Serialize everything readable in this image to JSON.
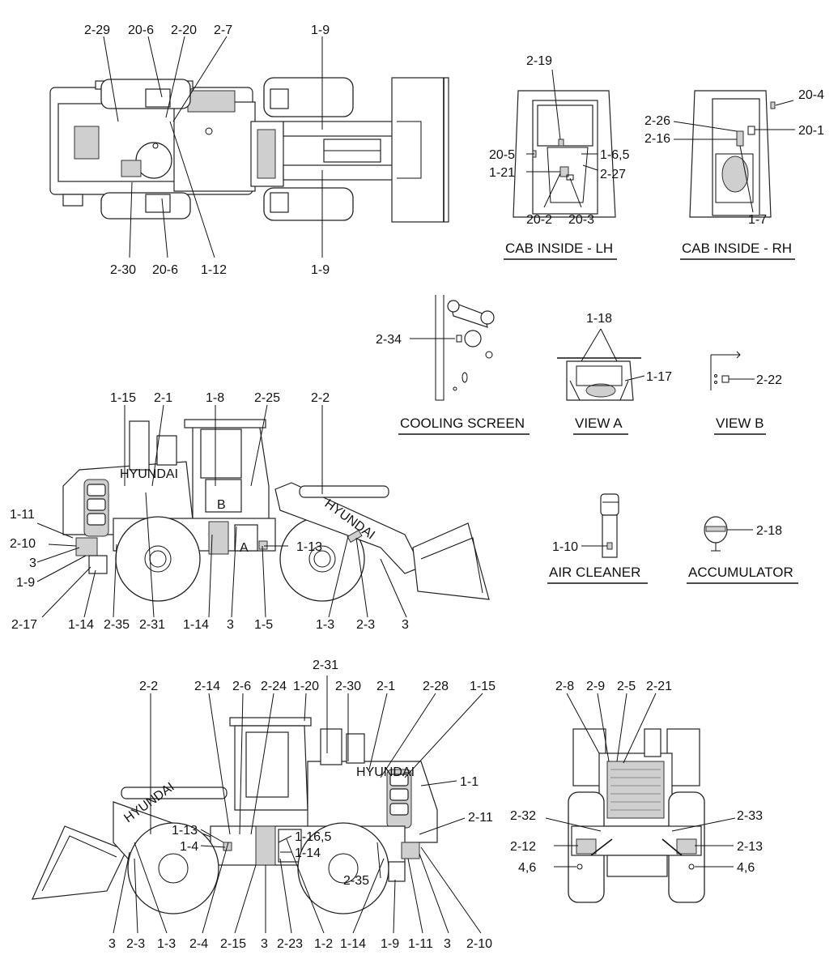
{
  "views": {
    "top": {
      "labels": [
        "2-29",
        "20-6",
        "2-20",
        "2-7",
        "1-9",
        "2-30",
        "20-6",
        "1-12",
        "1-9"
      ]
    },
    "cab_lh": {
      "caption": "CAB INSIDE - LH",
      "labels": [
        "2-19",
        "20-5",
        "1-21",
        "1-6,5",
        "2-27",
        "20-2",
        "20-3"
      ]
    },
    "cab_rh": {
      "caption": "CAB INSIDE - RH",
      "labels": [
        "20-4",
        "2-26",
        "2-16",
        "20-1",
        "1-7"
      ]
    },
    "cooling_screen": {
      "caption": "COOLING SCREEN",
      "labels": [
        "2-34"
      ]
    },
    "view_a": {
      "caption": "VIEW A",
      "labels": [
        "1-18",
        "1-17"
      ]
    },
    "view_b": {
      "caption": "VIEW B",
      "labels": [
        "2-22"
      ]
    },
    "side_left": {
      "brand": "HYUNDAI",
      "view_marks": [
        "A",
        "B"
      ],
      "labels": [
        "1-15",
        "2-1",
        "1-8",
        "2-25",
        "2-2",
        "1-11",
        "2-10",
        "3",
        "1-9",
        "1-13",
        "2-17",
        "1-14",
        "2-35",
        "2-31",
        "1-14",
        "3",
        "1-5",
        "1-3",
        "2-3",
        "3"
      ]
    },
    "air_cleaner": {
      "caption": "AIR CLEANER",
      "labels": [
        "1-10"
      ]
    },
    "accumulator": {
      "caption": "ACCUMULATOR",
      "labels": [
        "2-18"
      ]
    },
    "side_right": {
      "brand": "HYUNDAI",
      "labels": [
        "2-31",
        "2-2",
        "2-14",
        "2-6",
        "2-24",
        "1-20",
        "2-30",
        "2-1",
        "2-28",
        "1-15",
        "1-1",
        "2-11",
        "1-13",
        "1-4",
        "1-16,5",
        "1-14",
        "2-35",
        "3",
        "2-3",
        "1-3",
        "2-4",
        "2-15",
        "3",
        "2-23",
        "1-2",
        "1-14",
        "1-9",
        "1-11",
        "3",
        "2-10"
      ]
    },
    "rear": {
      "labels": [
        "2-8",
        "2-9",
        "2-5",
        "2-21",
        "2-32",
        "2-33",
        "2-12",
        "2-13",
        "4,6",
        "4,6"
      ]
    }
  }
}
